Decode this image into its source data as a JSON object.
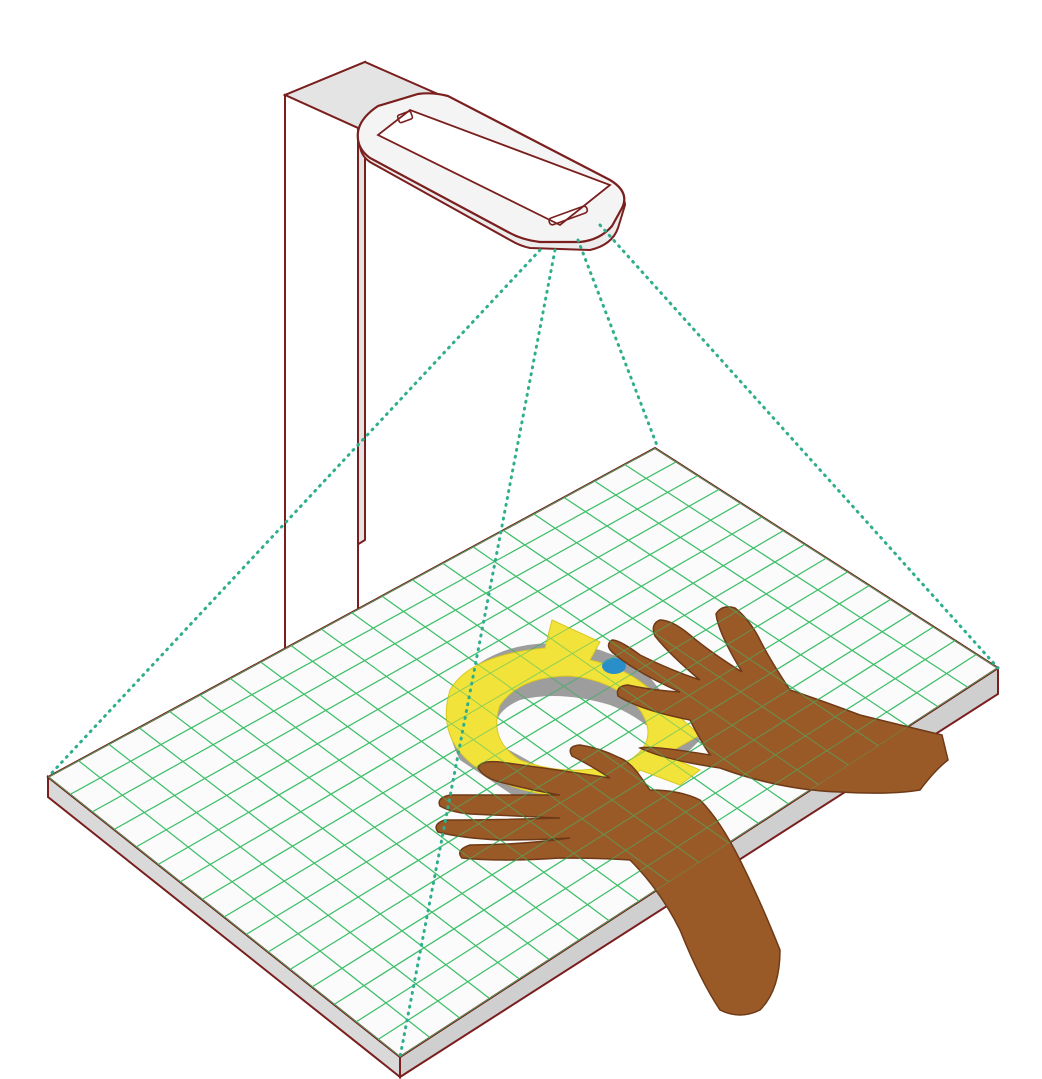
{
  "diagram": {
    "components": [
      {
        "id": "stand-post",
        "kind": "vertical stand"
      },
      {
        "id": "smartphone",
        "kind": "phone mounted face-down on stand"
      },
      {
        "id": "projection-lines",
        "kind": "dotted camera field-of-view lines",
        "count": 4
      },
      {
        "id": "work-surface",
        "kind": "table with grid overlay"
      },
      {
        "id": "yellow-object",
        "kind": "yellow C-shaped cutout"
      },
      {
        "id": "marker-dot",
        "kind": "blue dot marker"
      },
      {
        "id": "left-hand",
        "kind": "hand"
      },
      {
        "id": "right-hand",
        "kind": "hand"
      }
    ]
  },
  "colors": {
    "outline": "#7a1e1e",
    "stand_fill": "#e4e4e4",
    "stand_front": "#ffffff",
    "phone_body": "#f4f4f4",
    "grid_line": "#3fbf6a",
    "projection": "#2fae8c",
    "table_top": "#fbfbfb",
    "table_edge": "#d9d9d9",
    "object_fill": "#f2e33a",
    "object_shadow": "#8c8c8c",
    "marker": "#2a8fc9",
    "skin": "#9a5a28",
    "skin_shadow": "#6f3a17"
  }
}
